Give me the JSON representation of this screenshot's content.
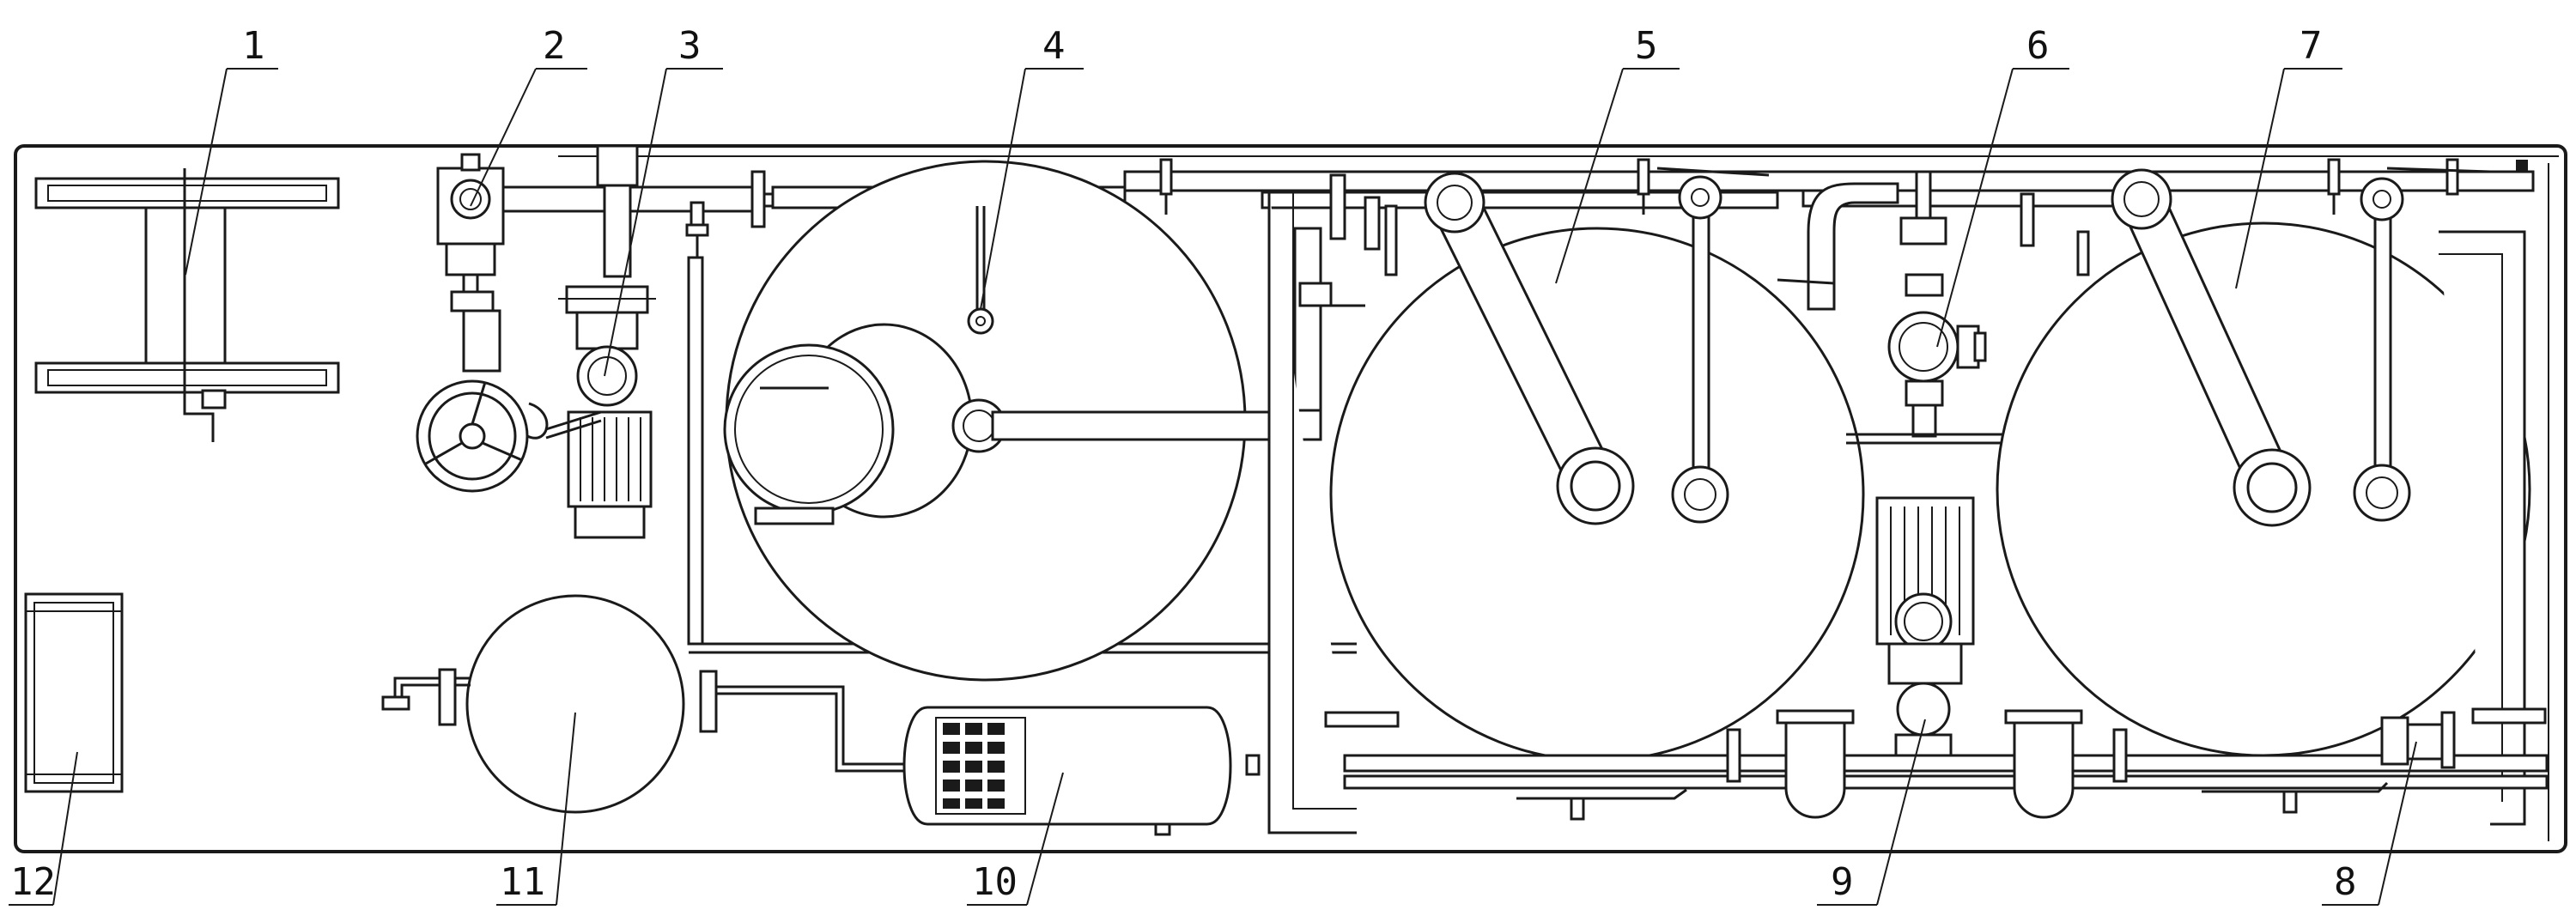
{
  "diagram": {
    "labels": [
      {
        "id": "1",
        "text": "1"
      },
      {
        "id": "2",
        "text": "2"
      },
      {
        "id": "3",
        "text": "3"
      },
      {
        "id": "4",
        "text": "4"
      },
      {
        "id": "5",
        "text": "5"
      },
      {
        "id": "6",
        "text": "6"
      },
      {
        "id": "7",
        "text": "7"
      },
      {
        "id": "8",
        "text": "8"
      },
      {
        "id": "9",
        "text": "9"
      },
      {
        "id": "10",
        "text": "10"
      },
      {
        "id": "11",
        "text": "11"
      },
      {
        "id": "12",
        "text": "12"
      }
    ],
    "colors": {
      "line": "#1a1a1a",
      "background": "#ffffff"
    }
  }
}
